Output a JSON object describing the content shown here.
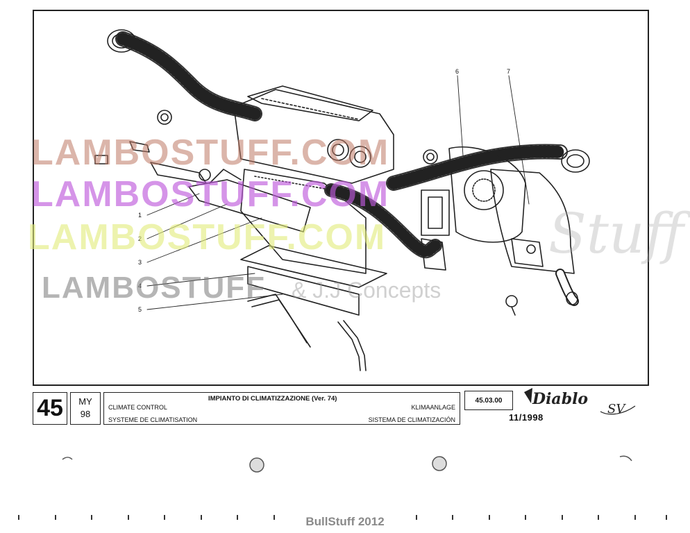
{
  "watermarks": {
    "line1": "LAMBOSTUFF.COM",
    "line2": "LAMBOSTUFF.COM",
    "line3": "LAMBOSTUFF.COM",
    "line4": "LAMBOSTUFF",
    "line4b": "& J.J Concepts",
    "script": "Stuff"
  },
  "callouts": [
    "1",
    "2",
    "3",
    "4",
    "5",
    "6",
    "7"
  ],
  "title_block": {
    "page_number": "45",
    "my_label": "MY",
    "my_year": "98",
    "title_it": "IMPIANTO DI CLIMATIZZAZIONE (Ver. 74)",
    "title_en": "CLIMATE CONTROL",
    "title_fr": "SYSTEME DE CLIMATISATION",
    "title_de": "KLIMAANLAGE",
    "title_es": "SISTEMA DE CLIMATIZACIÓN",
    "code": "45.03.00",
    "logo_text": "Diablo",
    "logo_suffix": "SV",
    "date": "11/1998"
  },
  "footer": "BullStuff 2012"
}
